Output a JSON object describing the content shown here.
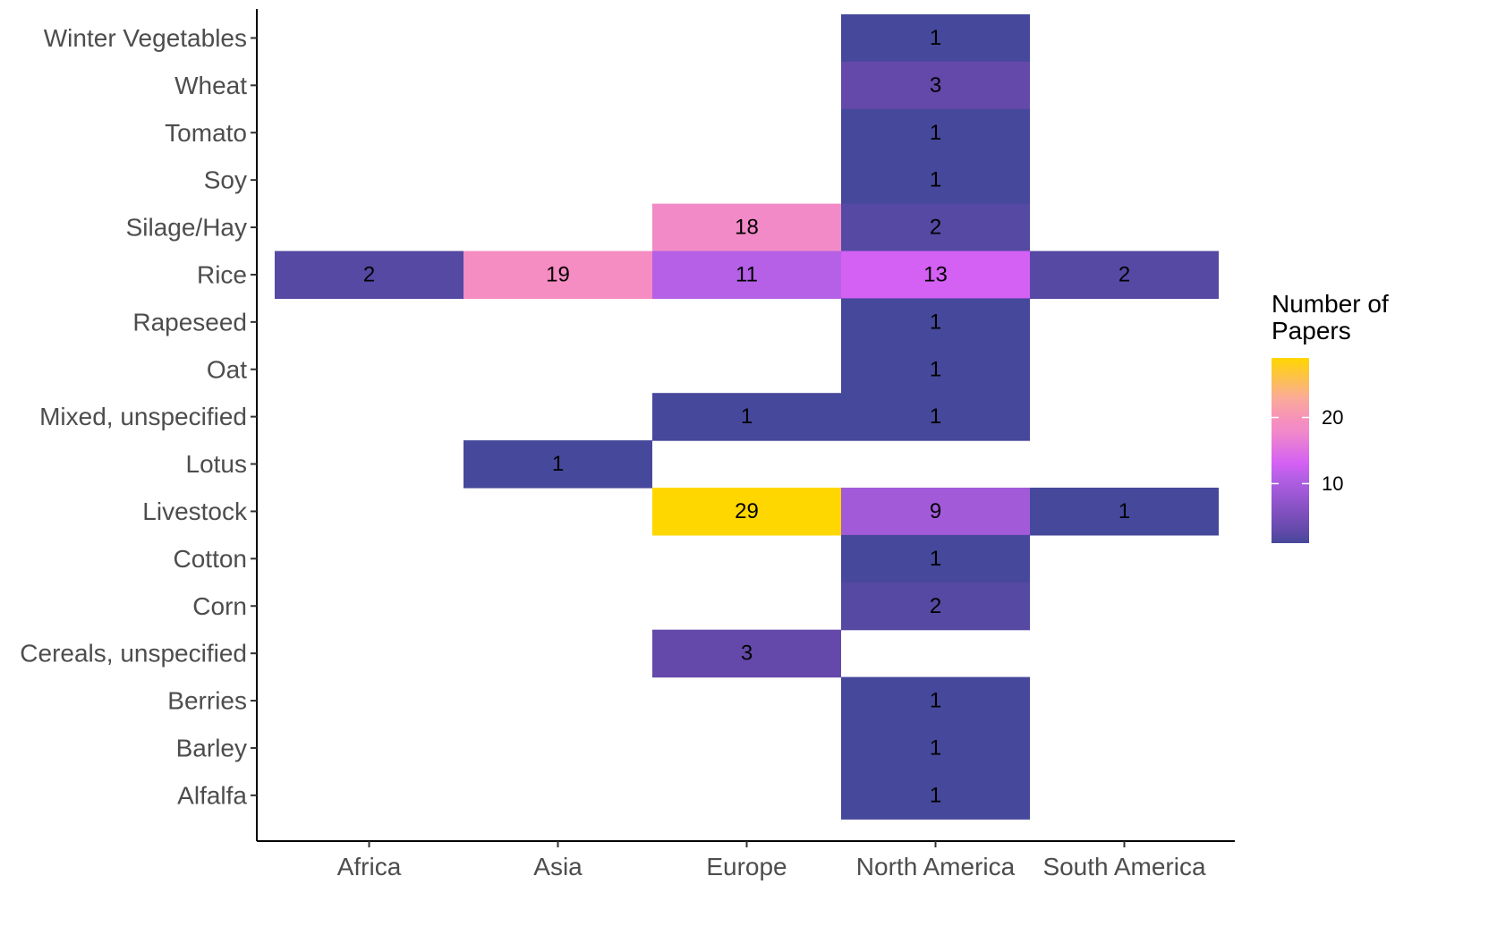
{
  "chart_data": {
    "type": "heatmap",
    "title": "",
    "xlabel": "",
    "ylabel": "",
    "x_categories": [
      "Africa",
      "Asia",
      "Europe",
      "North America",
      "South America"
    ],
    "y_categories": [
      "Alfalfa",
      "Barley",
      "Berries",
      "Cereals, unspecified",
      "Corn",
      "Cotton",
      "Livestock",
      "Lotus",
      "Mixed, unspecified",
      "Oat",
      "Rapeseed",
      "Rice",
      "Silage/Hay",
      "Soy",
      "Tomato",
      "Wheat",
      "Winter Vegetables"
    ],
    "cells": [
      {
        "x": "North America",
        "y": "Winter Vegetables",
        "value": 1
      },
      {
        "x": "North America",
        "y": "Wheat",
        "value": 3
      },
      {
        "x": "North America",
        "y": "Tomato",
        "value": 1
      },
      {
        "x": "North America",
        "y": "Soy",
        "value": 1
      },
      {
        "x": "Europe",
        "y": "Silage/Hay",
        "value": 18
      },
      {
        "x": "North America",
        "y": "Silage/Hay",
        "value": 2
      },
      {
        "x": "Africa",
        "y": "Rice",
        "value": 2
      },
      {
        "x": "Asia",
        "y": "Rice",
        "value": 19
      },
      {
        "x": "Europe",
        "y": "Rice",
        "value": 11
      },
      {
        "x": "North America",
        "y": "Rice",
        "value": 13
      },
      {
        "x": "South America",
        "y": "Rice",
        "value": 2
      },
      {
        "x": "North America",
        "y": "Rapeseed",
        "value": 1
      },
      {
        "x": "North America",
        "y": "Oat",
        "value": 1
      },
      {
        "x": "Europe",
        "y": "Mixed, unspecified",
        "value": 1
      },
      {
        "x": "North America",
        "y": "Mixed, unspecified",
        "value": 1
      },
      {
        "x": "Asia",
        "y": "Lotus",
        "value": 1
      },
      {
        "x": "Europe",
        "y": "Livestock",
        "value": 29
      },
      {
        "x": "North America",
        "y": "Livestock",
        "value": 9
      },
      {
        "x": "South America",
        "y": "Livestock",
        "value": 1
      },
      {
        "x": "North America",
        "y": "Cotton",
        "value": 1
      },
      {
        "x": "North America",
        "y": "Corn",
        "value": 2
      },
      {
        "x": "Europe",
        "y": "Cereals, unspecified",
        "value": 3
      },
      {
        "x": "North America",
        "y": "Berries",
        "value": 1
      },
      {
        "x": "North America",
        "y": "Barley",
        "value": 1
      },
      {
        "x": "North America",
        "y": "Alfalfa",
        "value": 1
      }
    ],
    "color_scale": {
      "stops": [
        {
          "value": 1,
          "color": "#46489b"
        },
        {
          "value": 3,
          "color": "#6449aa"
        },
        {
          "value": 9,
          "color": "#a35ad9"
        },
        {
          "value": 11,
          "color": "#b560e6"
        },
        {
          "value": 13,
          "color": "#d460f4"
        },
        {
          "value": 18,
          "color": "#f28ac8"
        },
        {
          "value": 19,
          "color": "#f58cc2"
        },
        {
          "value": 23,
          "color": "#fbab97"
        },
        {
          "value": 29,
          "color": "#ffd700"
        }
      ],
      "range": [
        1,
        29
      ]
    },
    "legend": {
      "title_lines": [
        "Number of",
        "Papers"
      ],
      "ticks": [
        10,
        20
      ],
      "placement": "right"
    },
    "grid": false
  }
}
